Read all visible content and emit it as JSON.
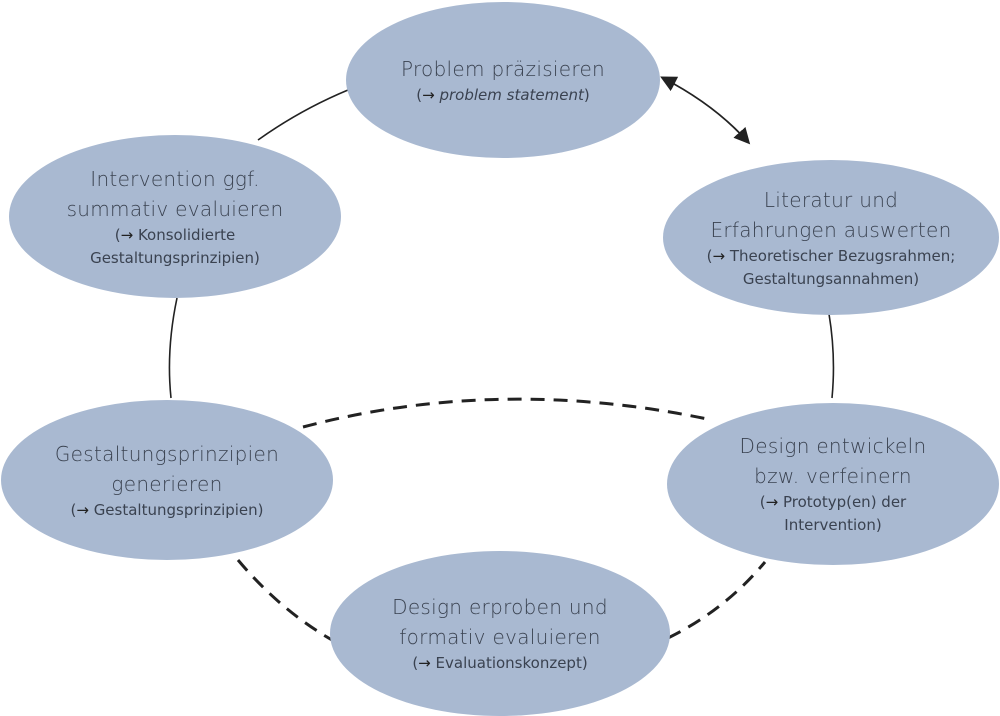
{
  "colors": {
    "node_fill": "#a9b9d1",
    "text": "#3a4250",
    "line": "#222222"
  },
  "nodes": {
    "problem": {
      "title1": "Problem präzisieren",
      "title2": "",
      "arrow": "→",
      "output": "problem statement"
    },
    "literatur": {
      "title1": "Literatur und",
      "title2": "Erfahrungen auswerten",
      "arrow": "→",
      "output1": "Theoretischer Bezugsrahmen;",
      "output2": "Gestaltungsannahmen)"
    },
    "design": {
      "title1": "Design entwickeln",
      "title2": "bzw. verfeinern",
      "arrow": "→",
      "output1": "Prototyp(en) der",
      "output2": "Intervention)"
    },
    "erproben": {
      "title1": "Design erproben und",
      "title2": "formativ evaluieren",
      "arrow": "→",
      "output1": "Evaluationskonzept)"
    },
    "gestaltung": {
      "title1": "Gestaltungsprinzipien",
      "title2": "generieren",
      "arrow": "→",
      "output1": "Gestaltungsprinzipien)"
    },
    "intervention": {
      "title1": "Intervention ggf.",
      "title2": "summativ evaluieren",
      "arrow": "→",
      "output1": "Konsolidierte",
      "output2": "Gestaltungsprinzipien)"
    }
  }
}
